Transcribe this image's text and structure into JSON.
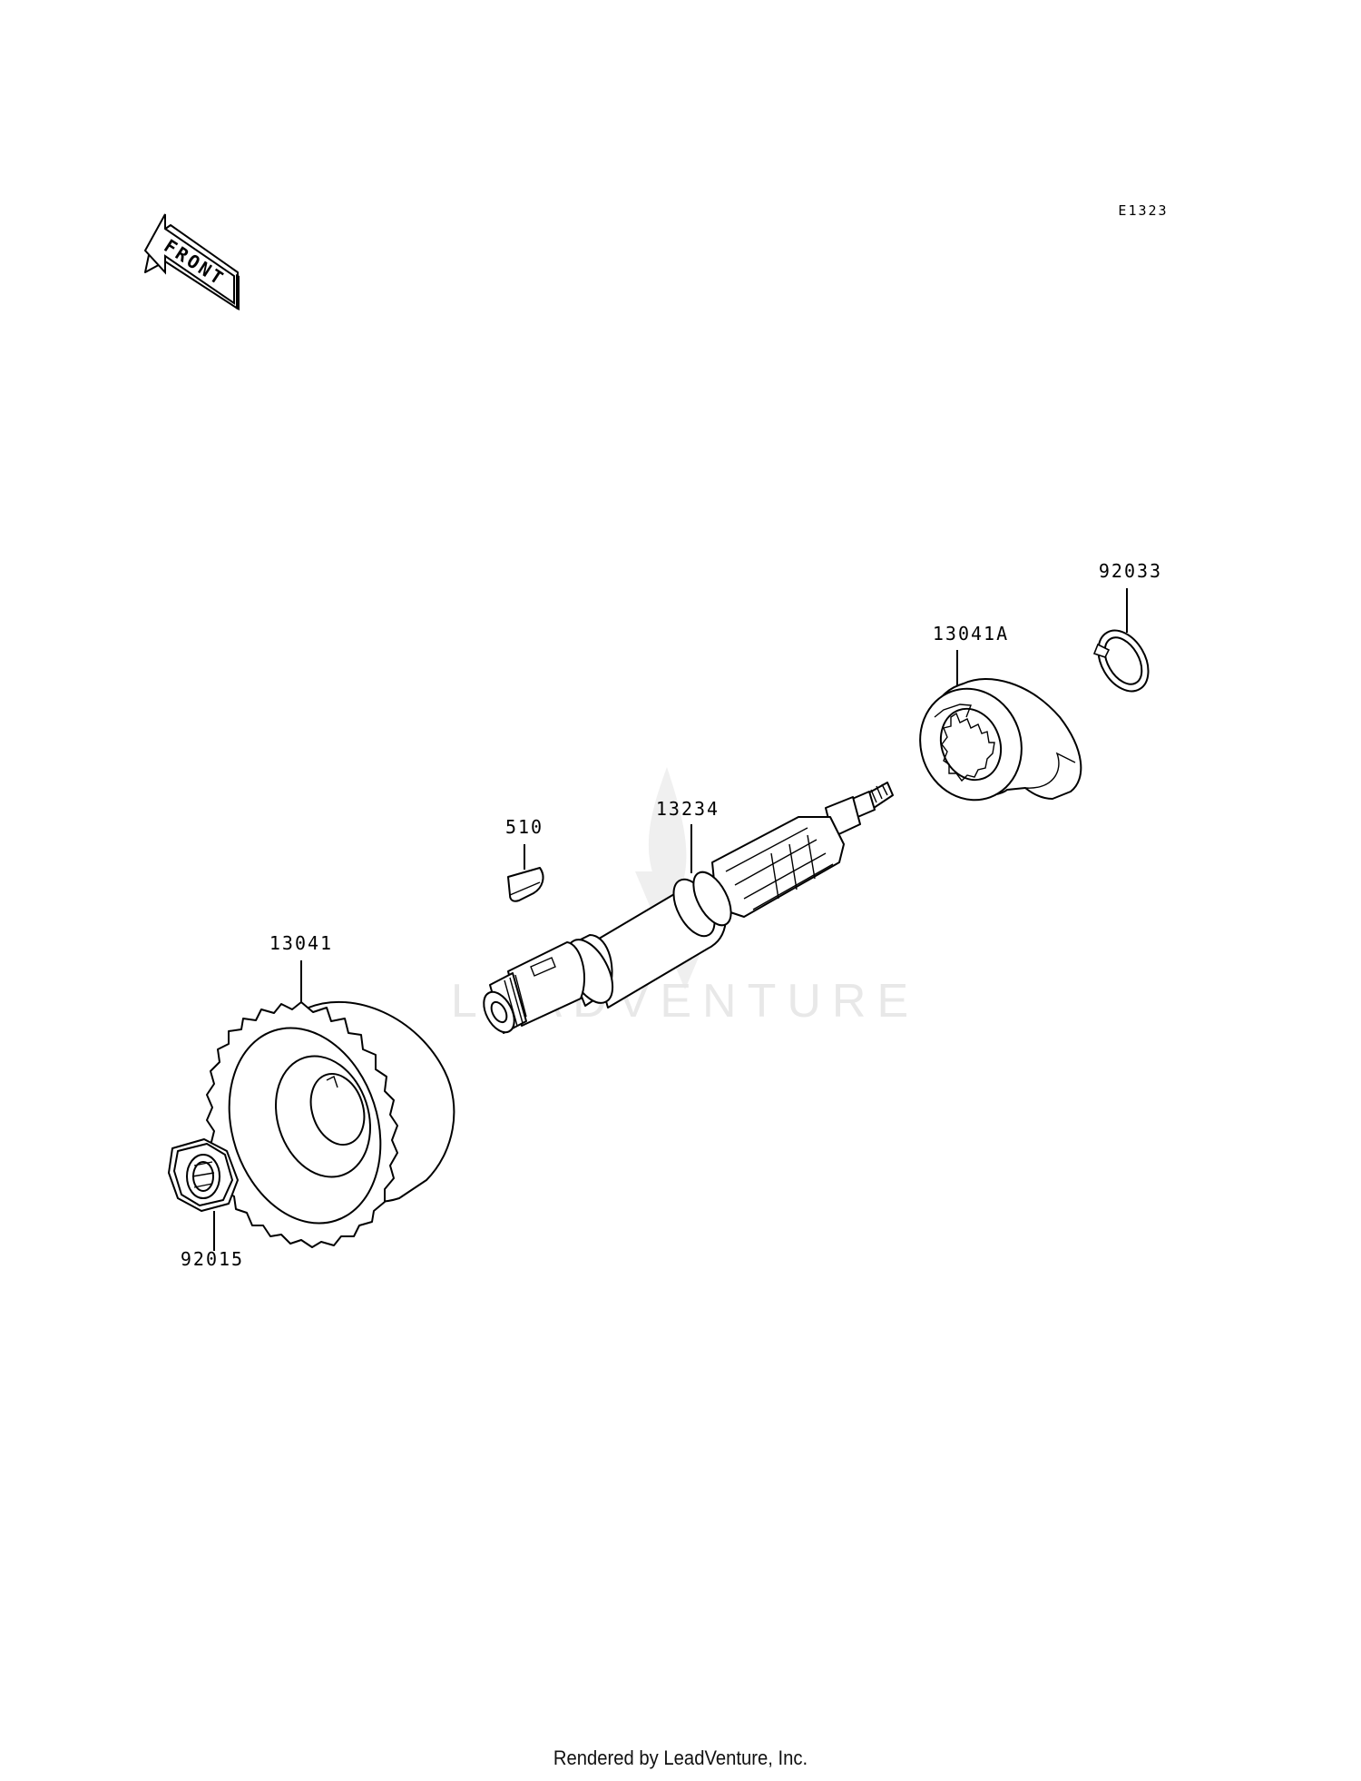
{
  "diagram_code": "E1323",
  "front_arrow": {
    "label": "FRONT",
    "icon": "front-direction-arrow-icon"
  },
  "watermark": "LEADVENTURE",
  "parts": [
    {
      "id": "92033",
      "label": "92033",
      "name": "circlip"
    },
    {
      "id": "13041A",
      "label": "13041A",
      "name": "gear"
    },
    {
      "id": "13234",
      "label": "13234",
      "name": "shaft"
    },
    {
      "id": "510",
      "label": "510",
      "name": "woodruff-key"
    },
    {
      "id": "13041",
      "label": "13041",
      "name": "gear"
    },
    {
      "id": "92015",
      "label": "92015",
      "name": "nut"
    }
  ],
  "footer": "Rendered by LeadVenture, Inc."
}
